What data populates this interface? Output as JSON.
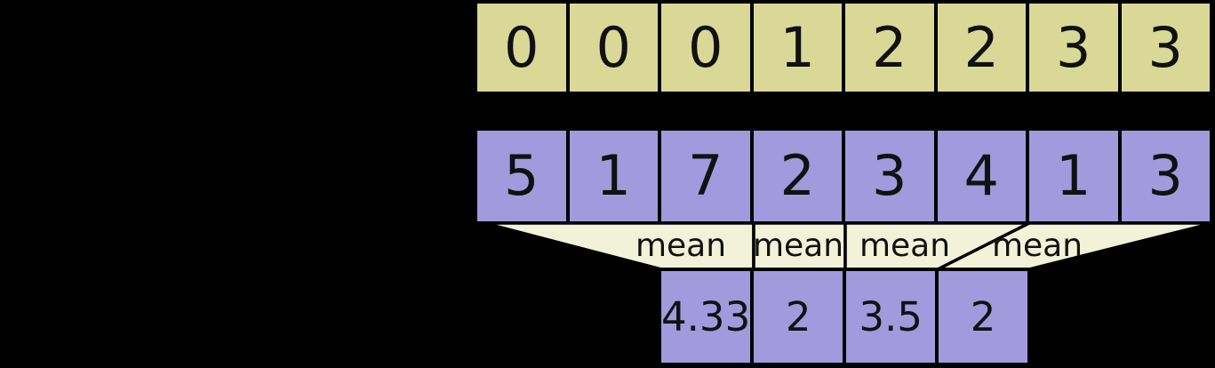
{
  "background_color": "#000000",
  "colors": {
    "segment_ids_fill": "#dad896",
    "data_fill": "#a29add",
    "result_fill": "#a29add",
    "operation_fill": "#f2f2d8",
    "border": "#000000",
    "text": "#111111"
  },
  "segment_ids_row": {
    "values": [
      "0",
      "0",
      "0",
      "1",
      "2",
      "2",
      "3",
      "3"
    ]
  },
  "data_row": {
    "values": [
      "5",
      "1",
      "7",
      "2",
      "3",
      "4",
      "1",
      "3"
    ]
  },
  "operations": {
    "color": "#f2f2d8",
    "labels": [
      "mean",
      "mean",
      "mean",
      "mean"
    ]
  },
  "result_row": {
    "values": [
      "4.33",
      "2",
      "3.5",
      "2"
    ]
  }
}
